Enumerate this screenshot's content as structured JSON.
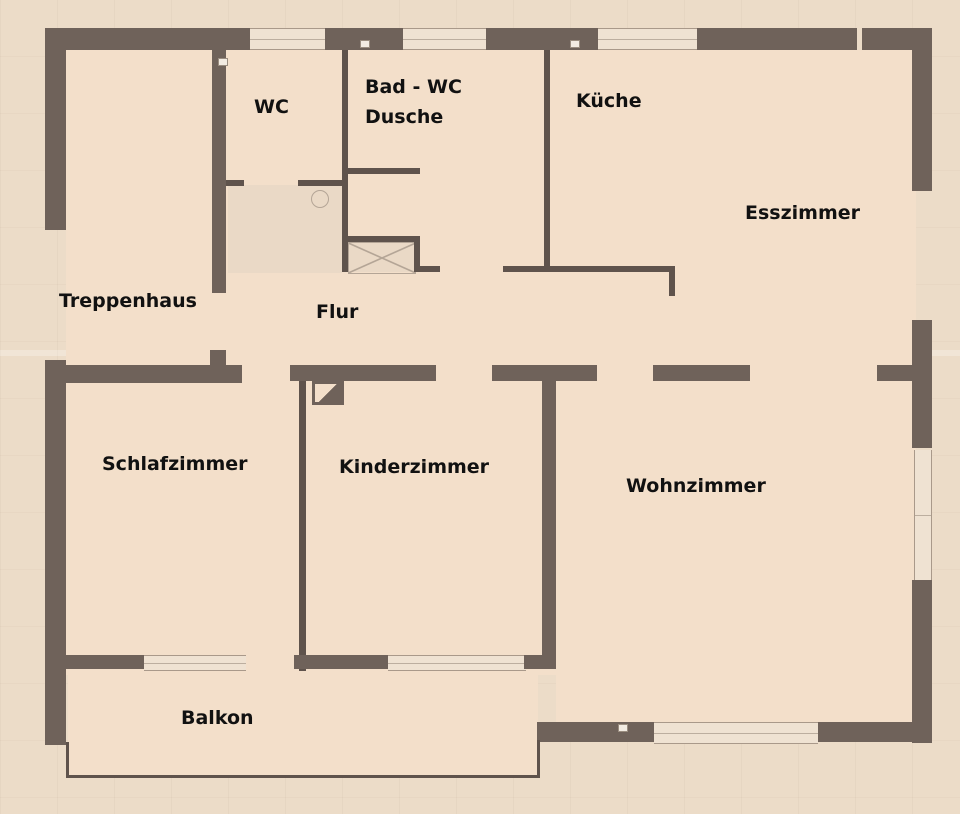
{
  "floorplan": {
    "colors": {
      "paper": "#ecdcc8",
      "floor": "#f3dfca",
      "wall": "#6f625a",
      "text": "#111111"
    },
    "rooms": [
      {
        "id": "treppenhaus",
        "label": "Treppenhaus"
      },
      {
        "id": "wc",
        "label": "WC"
      },
      {
        "id": "bad",
        "label": "Bad - WC",
        "label2": "Dusche"
      },
      {
        "id": "kueche",
        "label": "Küche"
      },
      {
        "id": "esszimmer",
        "label": "Esszimmer"
      },
      {
        "id": "flur",
        "label": "Flur"
      },
      {
        "id": "schlafzimmer",
        "label": "Schlafzimmer"
      },
      {
        "id": "kinderzimmer",
        "label": "Kinderzimmer"
      },
      {
        "id": "wohnzimmer",
        "label": "Wohnzimmer"
      },
      {
        "id": "balkon",
        "label": "Balkon"
      }
    ]
  }
}
